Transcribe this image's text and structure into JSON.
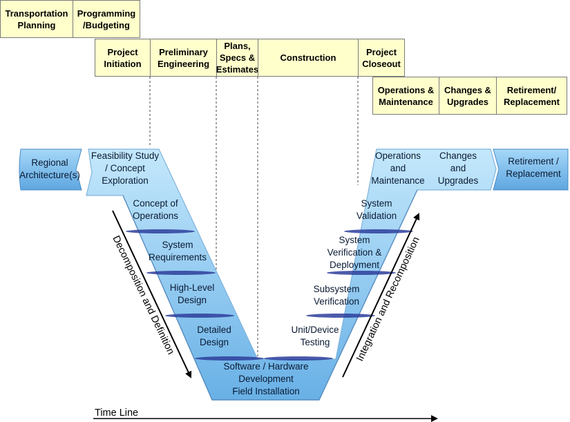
{
  "colors": {
    "phase_box_fill": "#ffffcc",
    "phase_box_border": "#7a7a7a",
    "v_fill_top": "#bfe6fb",
    "v_fill_bottom": "#6cb4e8",
    "side_box_fill": "#7ec0ee",
    "divider": "#2e3f9c"
  },
  "phase_row1": [
    {
      "label": "Transportation\nPlanning"
    },
    {
      "label": "Programming\n/Budgeting"
    }
  ],
  "phase_row2": [
    {
      "label": "Project\nInitiation"
    },
    {
      "label": "Preliminary\nEngineering"
    },
    {
      "label": "Plans,\nSpecs &\nEstimates"
    },
    {
      "label": "Construction"
    },
    {
      "label": "Project\nCloseout"
    }
  ],
  "phase_row3": [
    {
      "label": "Operations &\nMaintenance"
    },
    {
      "label": "Changes &\nUpgrades"
    },
    {
      "label": "Retirement/\nReplacement"
    }
  ],
  "v_left_top": "Regional\nArchitecture(s)",
  "v_right_top": "Retirement /\nReplacement",
  "v_left_stages": [
    "Feasibility Study\n/ Concept\nExploration",
    "Concept of\nOperations",
    "System\nRequirements",
    "High-Level\nDesign",
    "Detailed\nDesign"
  ],
  "v_bottom": "Software / Hardware\nDevelopment\nField Installation",
  "v_right_stages": [
    "Unit/Device\nTesting",
    "Subsystem\nVerification",
    "System\nVerification &\nDeployment",
    "System\nValidation",
    "Operations\nand\nMaintenance",
    "Changes\nand\nUpgrades"
  ],
  "arrow_left_label": "Decomposition and Definition",
  "arrow_right_label": "Integration and Recomposition",
  "timeline_label": "Time Line"
}
